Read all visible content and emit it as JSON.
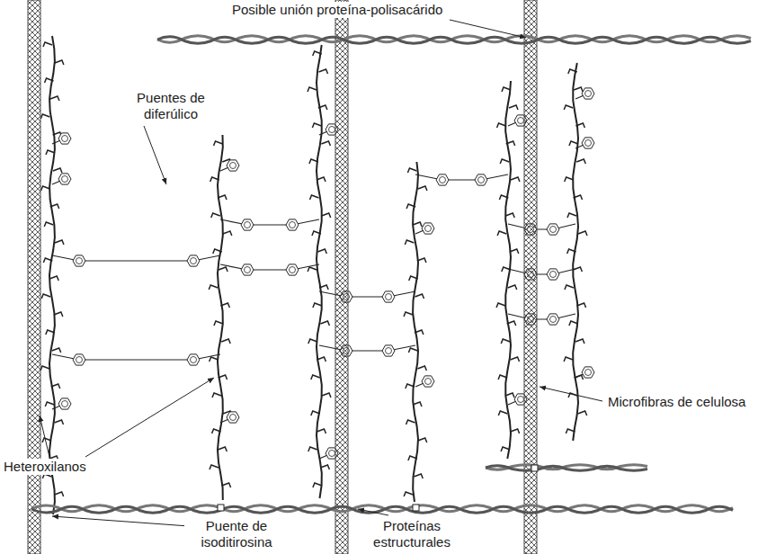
{
  "diagram": {
    "labels": [
      "Posible unión proteína-polisacárido",
      "Puentes de diferúlico",
      "Heteroxilanos",
      "Puente de isoditirosina",
      "Proteínas estructurales",
      "Microfibras de celulosa"
    ]
  }
}
